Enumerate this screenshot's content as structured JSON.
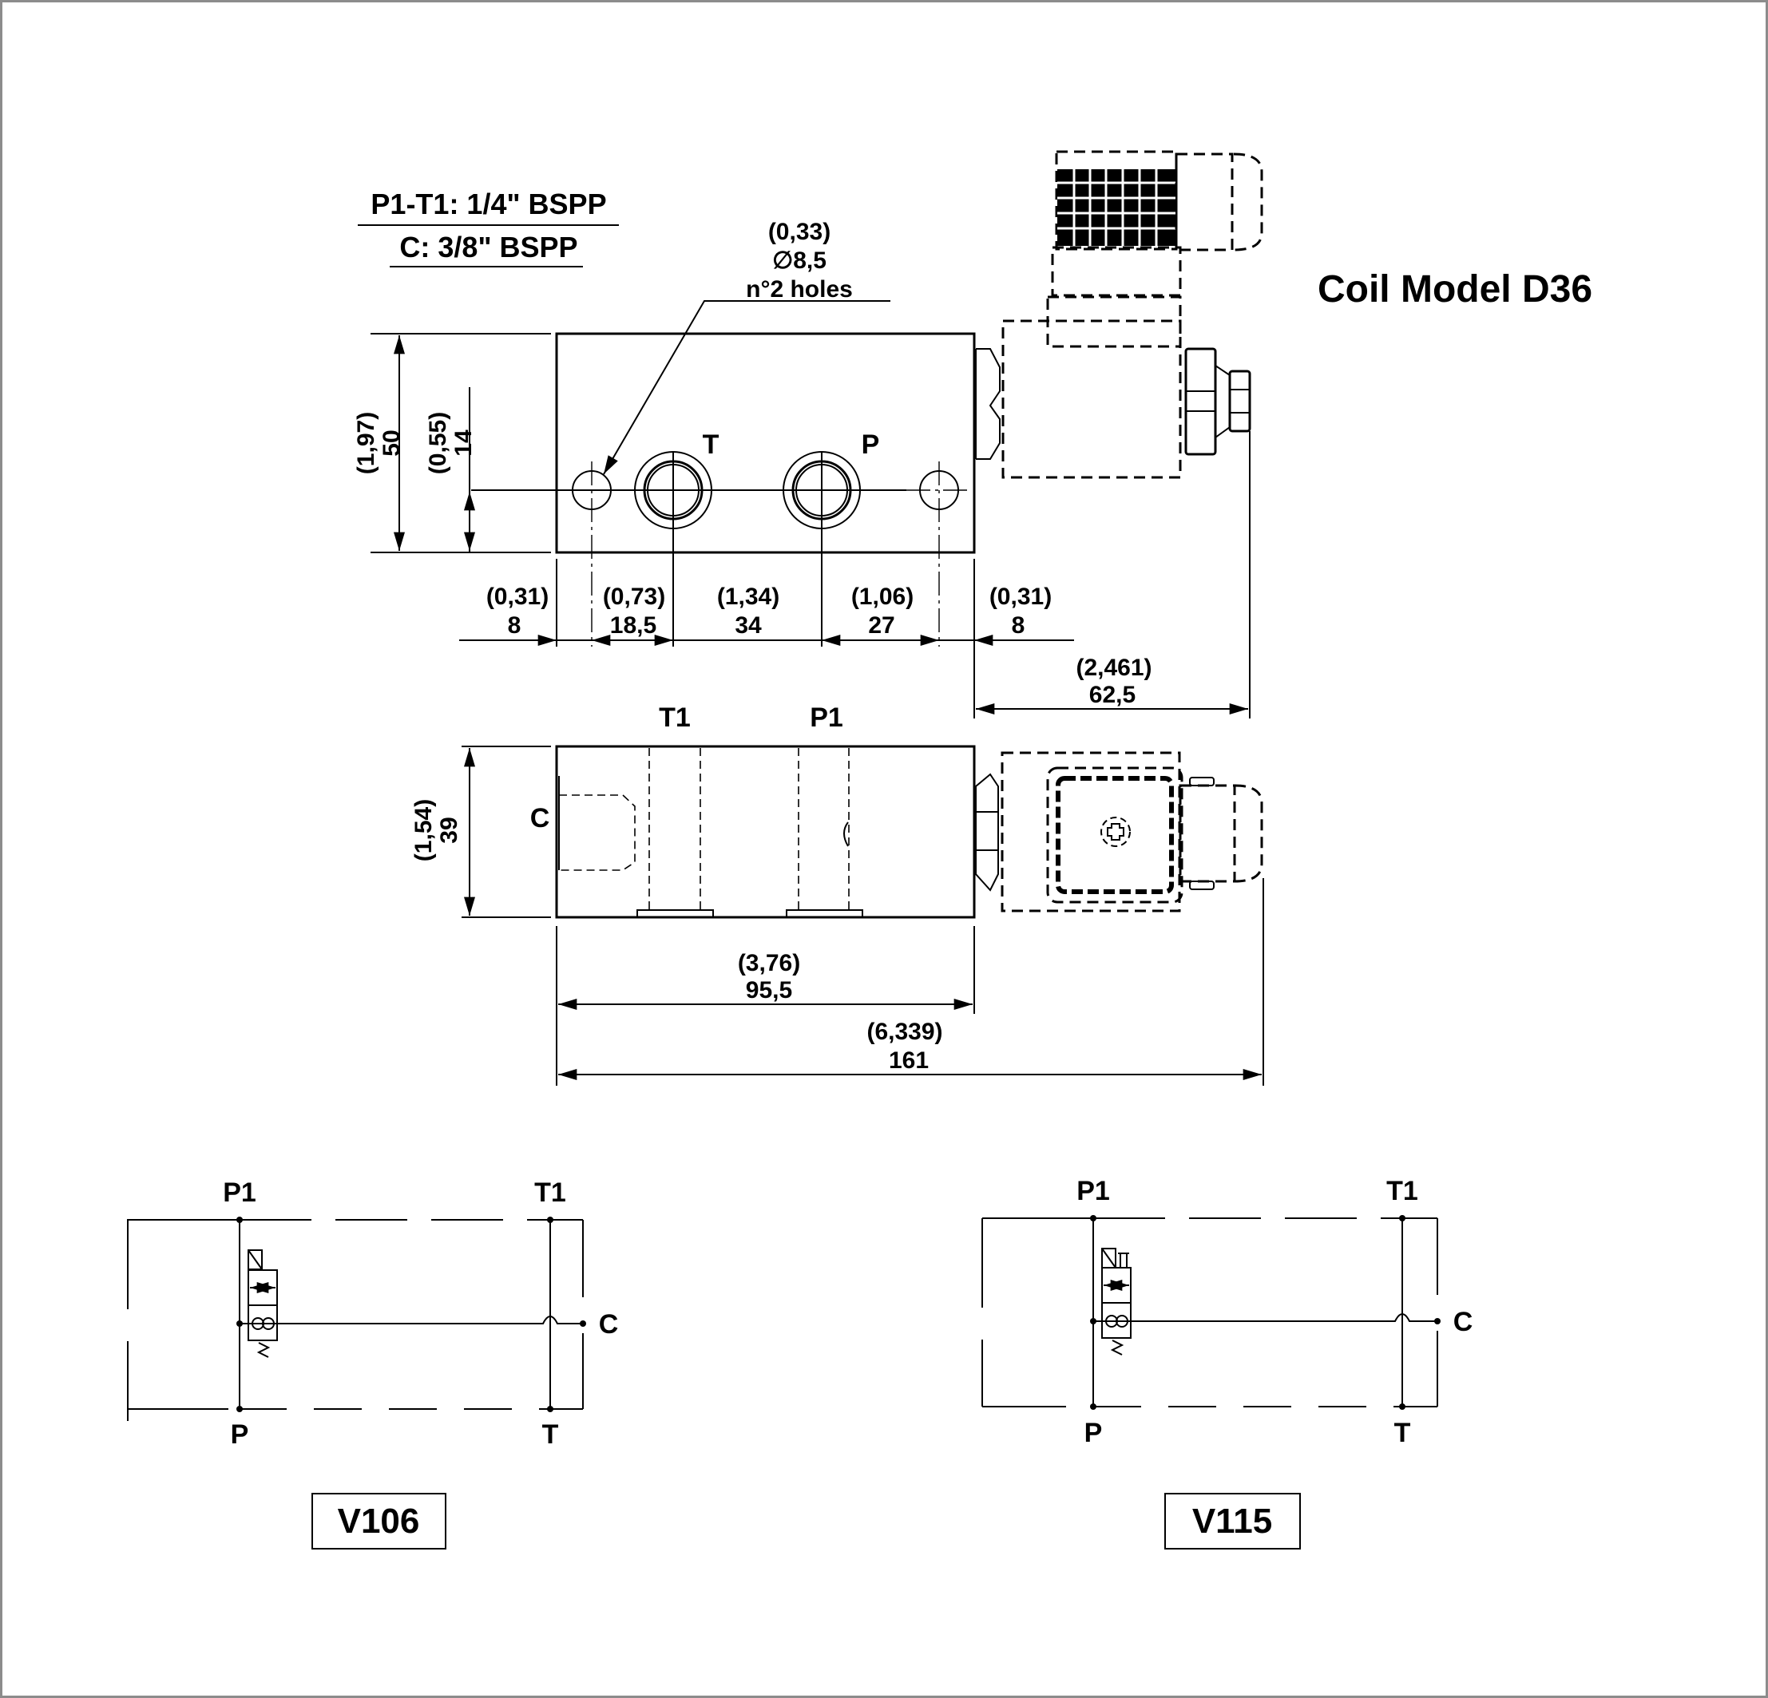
{
  "drawing": {
    "coil_model_title": "Coil Model D36",
    "port_specs": {
      "line1": "P1-T1: 1/4\" BSPP",
      "line2": "C: 3/8\" BSPP"
    },
    "holes_note": {
      "inch": "(0,33)",
      "diameter": "∅8,5",
      "count": "n°2 holes"
    },
    "top_view": {
      "port_labels": {
        "t": "T",
        "p": "P"
      },
      "height_dim": {
        "inch": "(1,97)",
        "mm": "50"
      },
      "centerline_dim": {
        "inch": "(0,55)",
        "mm": "14"
      },
      "horizontal_dims": [
        {
          "inch": "(0,31)",
          "mm": "8"
        },
        {
          "inch": "(0,73)",
          "mm": "18,5"
        },
        {
          "inch": "(1,34)",
          "mm": "34"
        },
        {
          "inch": "(1,06)",
          "mm": "27"
        },
        {
          "inch": "(0,31)",
          "mm": "8"
        }
      ],
      "coil_length_dim": {
        "inch": "(2,461)",
        "mm": "62,5"
      }
    },
    "side_view": {
      "port_labels": {
        "t1": "T1",
        "p1": "P1",
        "c": "C"
      },
      "height_dim": {
        "inch": "(1,54)",
        "mm": "39"
      },
      "body_length_dim": {
        "inch": "(3,76)",
        "mm": "95,5"
      },
      "total_length_dim": {
        "inch": "(6,339)",
        "mm": "161"
      }
    }
  },
  "schematics": [
    {
      "model": "V106",
      "ports": {
        "p1": "P1",
        "t1": "T1",
        "p": "P",
        "t": "T",
        "c": "C"
      },
      "has_manual_override": false
    },
    {
      "model": "V115",
      "ports": {
        "p1": "P1",
        "t1": "T1",
        "p": "P",
        "t": "T",
        "c": "C"
      },
      "has_manual_override": true
    }
  ]
}
